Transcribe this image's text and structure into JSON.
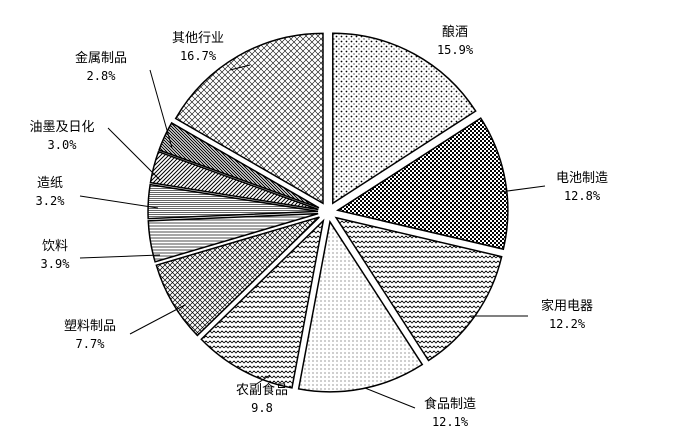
{
  "chart_data": {
    "type": "pie",
    "title": "",
    "slices": [
      {
        "label": "酿酒",
        "value_text": "15.9%",
        "value": 15.9,
        "pattern": "dots"
      },
      {
        "label": "电池制造",
        "value_text": "12.8%",
        "value": 12.8,
        "pattern": "checker"
      },
      {
        "label": "家用电器",
        "value_text": "12.2%",
        "value": 12.2,
        "pattern": "wave"
      },
      {
        "label": "食品制造",
        "value_text": "12.1%",
        "value": 12.1,
        "pattern": "fine-dots"
      },
      {
        "label": "农副食品",
        "value_text": "9.8",
        "value": 9.8,
        "pattern": "wave"
      },
      {
        "label": "塑料制品",
        "value_text": "7.7%",
        "value": 7.7,
        "pattern": "crosshatch"
      },
      {
        "label": "饮料",
        "value_text": "3.9%",
        "value": 3.9,
        "pattern": "hstripe"
      },
      {
        "label": "造纸",
        "value_text": "3.2%",
        "value": 3.2,
        "pattern": "hstripe-fine"
      },
      {
        "label": "油墨及日化",
        "value_text": "3.0%",
        "value": 3.0,
        "pattern": "diag"
      },
      {
        "label": "金属制品",
        "value_text": "2.8%",
        "value": 2.8,
        "pattern": "dense-diag"
      },
      {
        "label": "其他行业",
        "value_text": "16.7%",
        "value": 16.7,
        "pattern": "diagcross"
      }
    ]
  }
}
